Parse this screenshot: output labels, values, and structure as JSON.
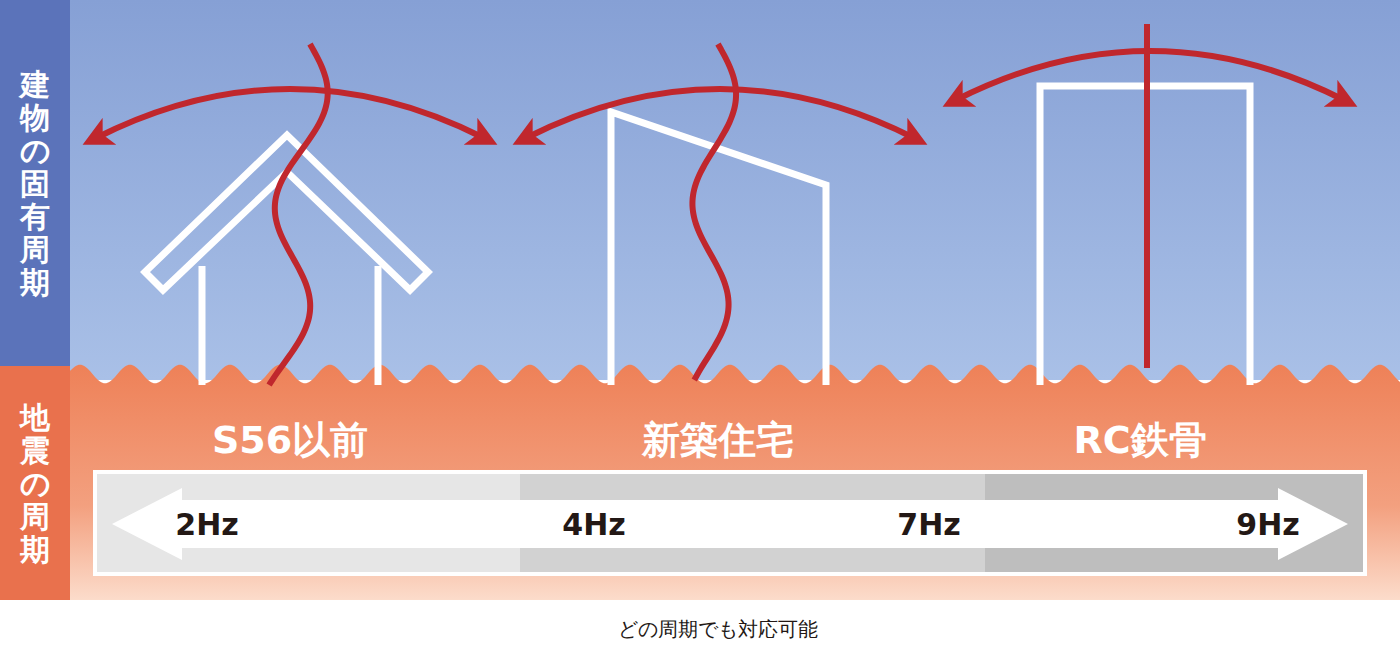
{
  "diagram": {
    "caption": "どの周期でも対応可能",
    "nodes": [
      {
        "text": [
          "建物の固有周期"
        ]
      },
      {
        "text": [
          "地震の周期"
        ]
      }
    ],
    "labels": [
      "S56以前",
      "新築住宅",
      "RC鉄骨",
      "2Hz",
      "4Hz",
      "7Hz",
      "9Hz"
    ]
  }
}
